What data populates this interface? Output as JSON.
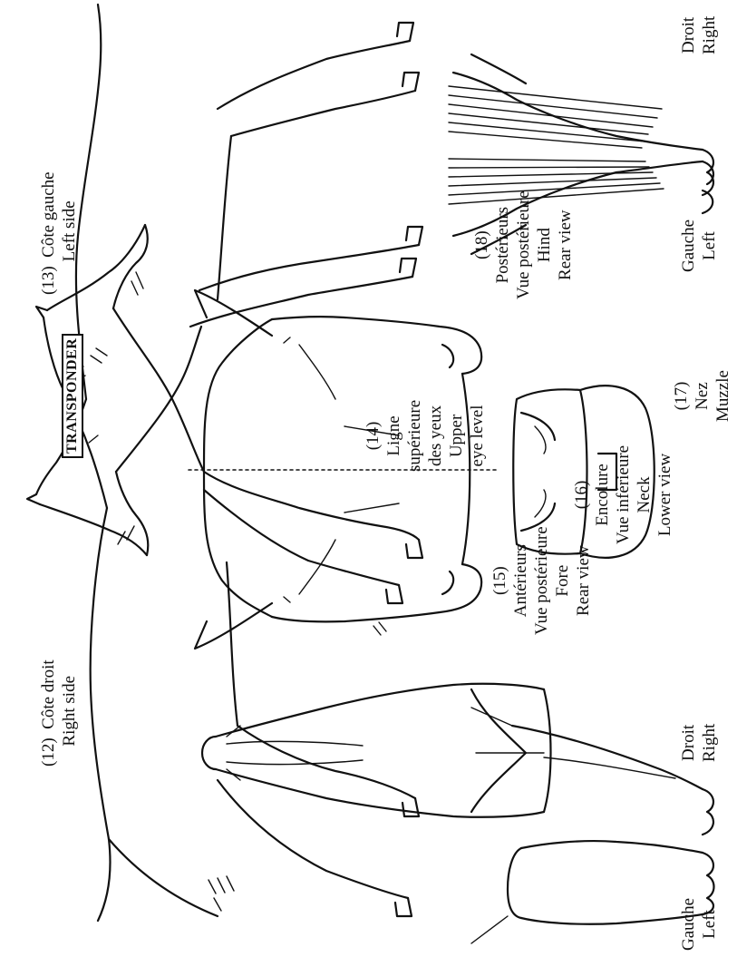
{
  "transponder_label": "TRANSPONDER",
  "views": {
    "right_side": {
      "number": "(12)",
      "fr": "Côte droit",
      "en": "Right side"
    },
    "left_side": {
      "number": "(13)",
      "fr": "Côte gauche",
      "en": "Left side"
    },
    "upper_eye": {
      "number": "(14)",
      "fr1": "Ligne",
      "fr2": "supérieure",
      "fr3": "des yeux",
      "en1": "Upper",
      "en2": "eye level"
    },
    "fore_rear": {
      "number": "(15)",
      "fr1": "Antérieurs",
      "fr2": "Vue postérieure",
      "en1": "Fore",
      "en2": "Rear view"
    },
    "neck_lower": {
      "number": "(16)",
      "fr1": "Encolure",
      "fr2": "Vue inférieure",
      "en1": "Neck",
      "en2": "Lower view"
    },
    "muzzle": {
      "number": "(17)",
      "fr": "Nez",
      "en": "Muzzle"
    },
    "hind_rear": {
      "number": "(18)",
      "fr1": "Postérieurs",
      "fr2": "Vue postérieure",
      "en1": "Hind",
      "en2": "Rear view"
    }
  },
  "side_labels": {
    "fore_left": {
      "fr": "Gauche",
      "en": "Left"
    },
    "fore_right": {
      "fr": "Droit",
      "en": "Right"
    },
    "hind_left": {
      "fr": "Gauche",
      "en": "Left"
    },
    "hind_right": {
      "fr": "Droit",
      "en": "Right"
    }
  }
}
